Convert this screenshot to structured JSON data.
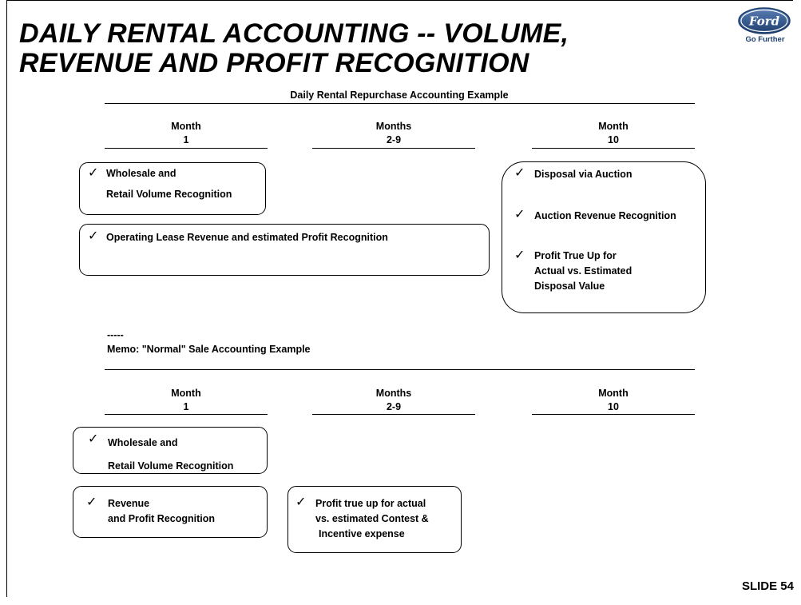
{
  "slide": {
    "title_line1": "DAILY RENTAL ACCOUNTING -- VOLUME,",
    "title_line2": "REVENUE AND PROFIT RECOGNITION",
    "logo_text": "Ford",
    "logo_tagline": "Go Further",
    "slide_number": "SLIDE 54"
  },
  "section1": {
    "title": "Daily Rental Repurchase Accounting Example",
    "columns": [
      {
        "label": "Month",
        "value": "1"
      },
      {
        "label": "Months",
        "value": "2-9"
      },
      {
        "label": "Month",
        "value": "10"
      }
    ],
    "box_volume": {
      "lines": [
        "Wholesale and",
        "Retail Volume Recognition"
      ]
    },
    "box_lease": {
      "lines": [
        "Operating Lease Revenue and estimated Profit Recognition"
      ]
    },
    "box_disposal": {
      "item1": "Disposal via Auction",
      "item2": "Auction Revenue Recognition",
      "item3": [
        "Profit True Up for",
        "Actual vs. Estimated",
        "Disposal Value"
      ]
    }
  },
  "memo": {
    "dashes": "-----",
    "title": "Memo: \"Normal\" Sale Accounting Example"
  },
  "section2": {
    "columns": [
      {
        "label": "Month",
        "value": "1"
      },
      {
        "label": "Months",
        "value": "2-9"
      },
      {
        "label": "Month",
        "value": "10"
      }
    ],
    "box_volume": {
      "lines": [
        "Wholesale and",
        "Retail Volume Recognition"
      ]
    },
    "box_revenue": {
      "lines": [
        "Revenue",
        "and Profit Recognition"
      ]
    },
    "box_trueup": {
      "lines": [
        "Profit true up for actual",
        "vs. estimated Contest &",
        "Incentive expense"
      ]
    }
  },
  "check_glyph": "✓",
  "colors": {
    "ford_blue": "#1d3e6d",
    "ford_light": "#5a7fb5"
  }
}
